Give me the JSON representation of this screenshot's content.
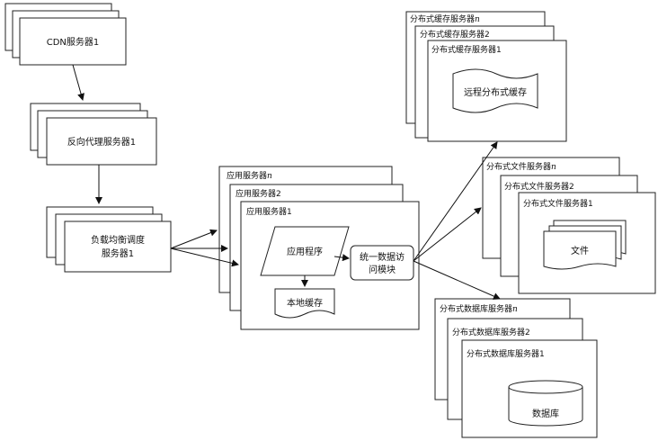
{
  "nodes": {
    "cdn": {
      "label": "CDN服务器1"
    },
    "proxy": {
      "label": "反向代理服务器1"
    },
    "lb": {
      "line1": "负载均衡调度",
      "line2": "服务器1"
    },
    "app": {
      "back_title_prefix": "应用服务器",
      "back_title_suffix": "n",
      "mid_title": "应用服务器2",
      "front_title": "应用服务器1",
      "program": "应用程序",
      "local_cache": "本地缓存",
      "data_access_line1": "统一数据访",
      "data_access_line2": "问模块"
    },
    "cache": {
      "back_title_prefix": "分布式缓存服务器",
      "back_title_suffix": "n",
      "mid_title": "分布式缓存服务器2",
      "front_title": "分布式缓存服务器1",
      "remote_cache": "远程分布式缓存"
    },
    "file": {
      "back_title_prefix": "分布式文件服务器",
      "back_title_suffix": "n",
      "mid_title": "分布式文件服务器2",
      "front_title": "分布式文件服务器1",
      "file_label": "文件"
    },
    "db": {
      "back_title_prefix": "分布式数据库服务器",
      "back_title_suffix": "n",
      "mid_title": "分布式数据库服务器2",
      "front_title": "分布式数据库服务器1",
      "database_label": "数据库"
    }
  }
}
